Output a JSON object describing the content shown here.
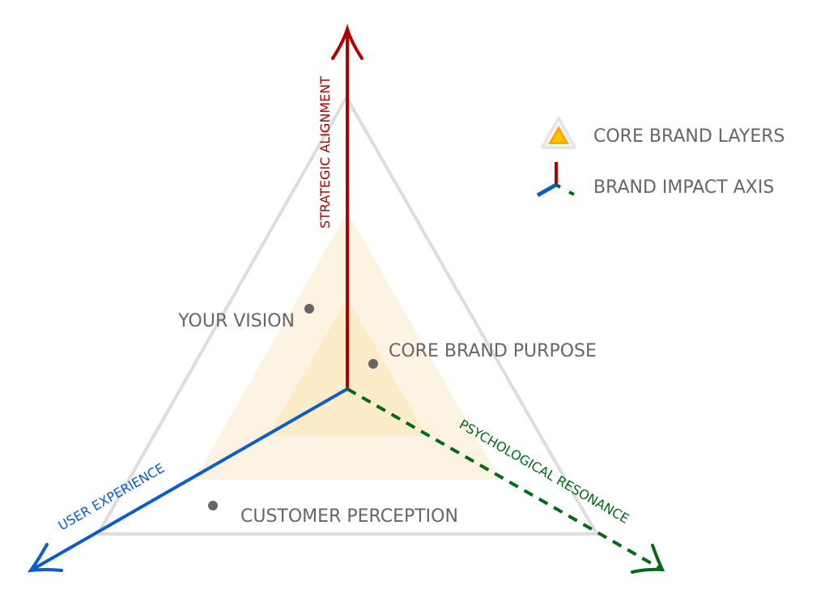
{
  "diagram": {
    "layers": [
      {
        "name": "outer-boundary",
        "fill": "none",
        "stroke": "#dddddd"
      },
      {
        "name": "middle-layer",
        "fill": "#fdf3e2",
        "stroke": "none"
      },
      {
        "name": "inner-layer",
        "fill": "#fcecc8",
        "stroke": "none"
      }
    ],
    "axes": [
      {
        "label": "STRATEGIC ALIGNMENT",
        "color": "#b00000",
        "style": "solid"
      },
      {
        "label": "USER EXPERIENCE",
        "color": "#0b5bd3",
        "style": "solid"
      },
      {
        "label": "PSYCHOLOGICAL RESONANCE",
        "color": "#006b17",
        "style": "dashed"
      }
    ],
    "points": [
      {
        "label": "YOUR VISION",
        "color": "#666666"
      },
      {
        "label": "CORE BRAND PURPOSE",
        "color": "#666666"
      },
      {
        "label": "CUSTOMER PERCEPTION",
        "color": "#666666"
      }
    ]
  },
  "legend": {
    "items": [
      {
        "label": "CORE BRAND LAYERS",
        "icon": "triangle-layers-icon",
        "colors": [
          "#e6e6e6",
          "#ffa500",
          "#ffc400"
        ]
      },
      {
        "label": "BRAND IMPACT AXIS",
        "icon": "tri-axis-icon",
        "colors": [
          "#b00000",
          "#0b5bd3",
          "#006b17"
        ]
      }
    ]
  }
}
